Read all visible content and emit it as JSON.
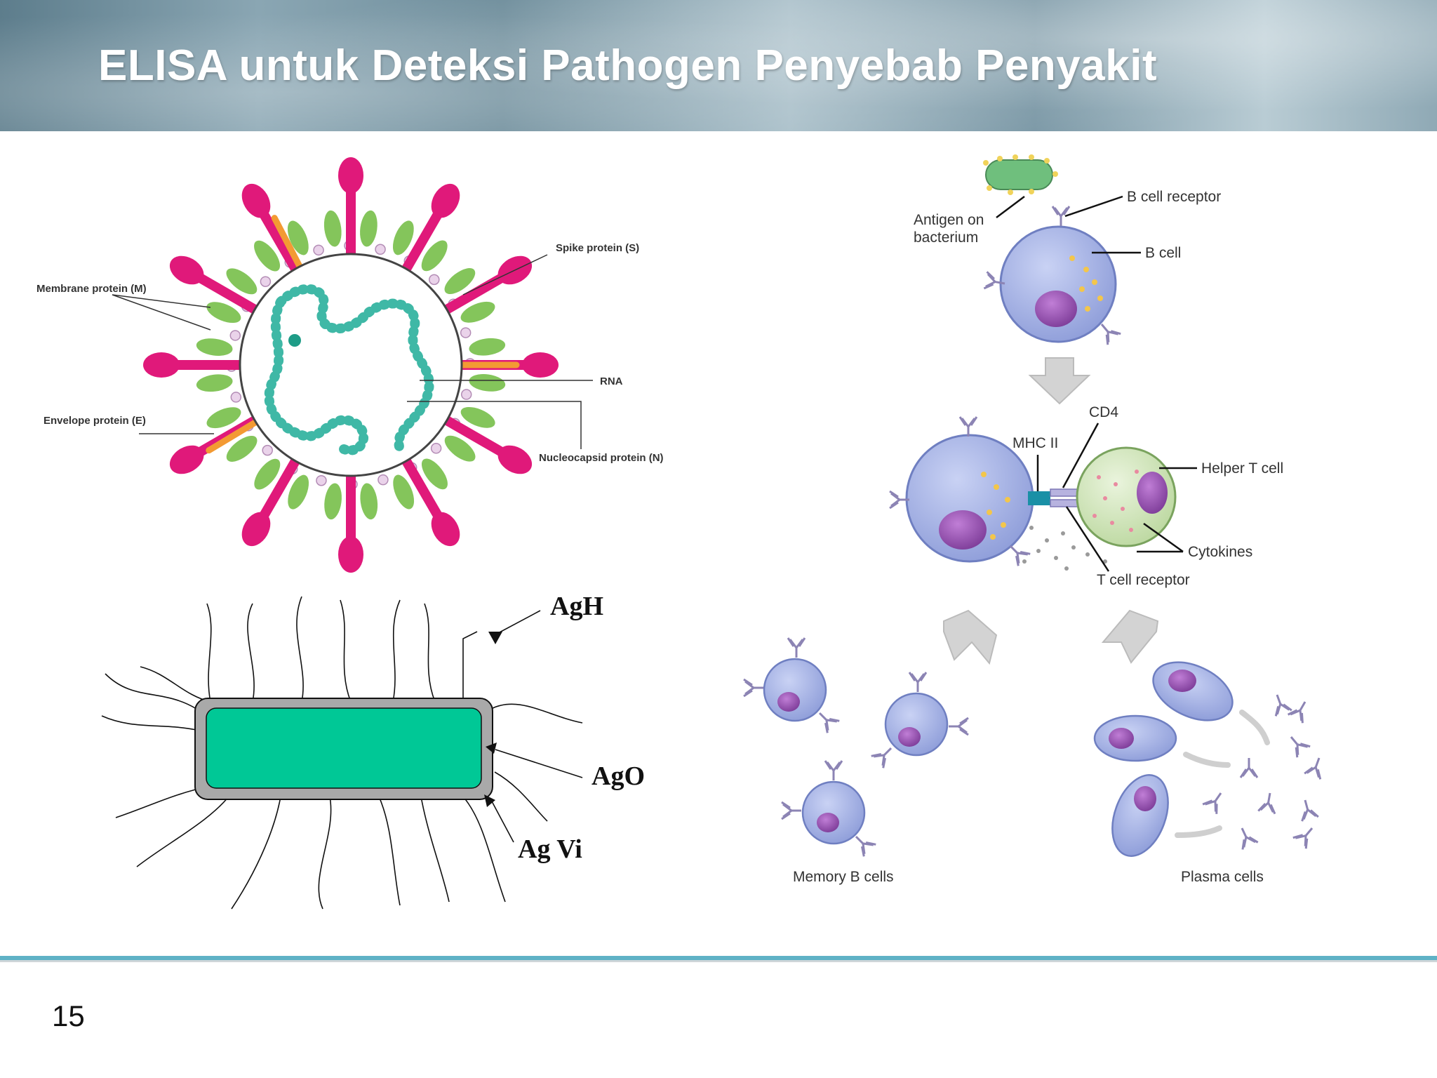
{
  "slide": {
    "title": "ELISA untuk Deteksi Pathogen Penyebab Penyakit",
    "page_number": "15"
  },
  "virus_diagram": {
    "labels": {
      "spike": "Spike protein (S)",
      "membrane": "Membrane protein (M)",
      "rna": "RNA",
      "envelope": "Envelope protein (E)",
      "nucleocapsid": "Nucleocapsid protein (N)"
    },
    "colors": {
      "spike": "#e0197a",
      "membrane": "#84c55b",
      "envelope": "#f39a33",
      "rna": "#3fb8a6"
    }
  },
  "bacterium_diagram": {
    "labels": {
      "agh": "AgH",
      "ago": "AgO",
      "agvi": "Ag Vi"
    },
    "colors": {
      "body": "#00c896",
      "wall": "#a9a9a9"
    }
  },
  "immune_diagram": {
    "labels": {
      "antigen": [
        "Antigen on",
        "bacterium"
      ],
      "b_cell_receptor": "B cell receptor",
      "b_cell": "B cell",
      "cd4": "CD4",
      "mhc2": "MHC II",
      "helper_t": "Helper T cell",
      "cytokines": "Cytokines",
      "t_cell_receptor": "T cell receptor",
      "memory_b": "Memory B cells",
      "plasma": "Plasma cells"
    },
    "colors": {
      "b_cell": "#a9b5e8",
      "t_cell": "#d7e9c4",
      "nucleus": "#9b59b6"
    }
  }
}
